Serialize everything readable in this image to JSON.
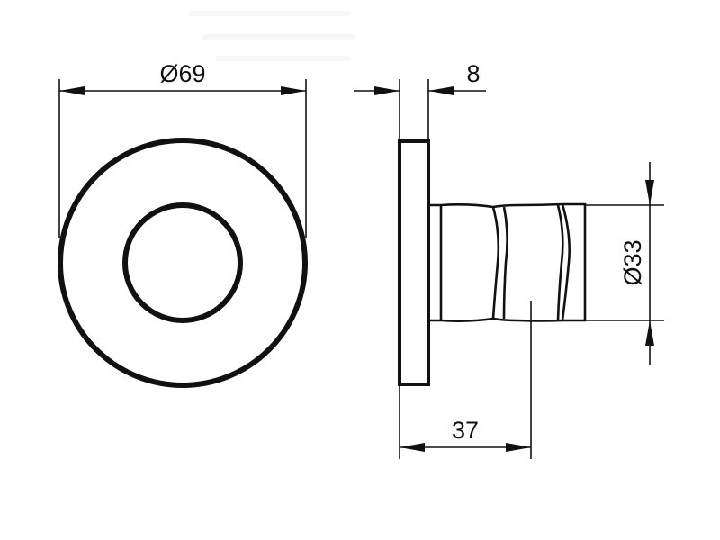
{
  "dimensions": {
    "outer_diameter": "Ø69",
    "plate_thickness": "8",
    "projection": "37",
    "knob_diameter": "Ø33"
  },
  "colors": {
    "line": "#111111",
    "background": "#ffffff"
  }
}
